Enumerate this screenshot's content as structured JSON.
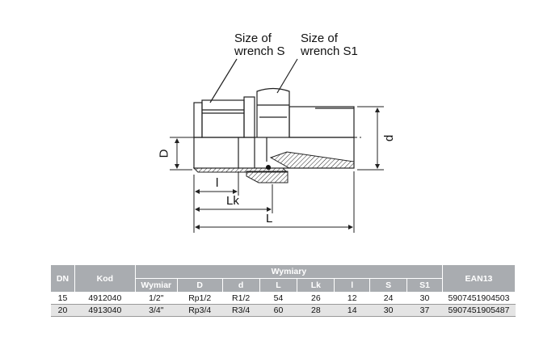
{
  "drawing": {
    "wrench_s": [
      "Size of",
      "wrench S"
    ],
    "wrench_s1": [
      "Size of",
      "wrench S1"
    ],
    "dim_D": "D",
    "dim_d": "d",
    "dim_l": "l",
    "dim_Lk": "Lk",
    "dim_L": "L"
  },
  "table": {
    "headers": {
      "dn": "DN",
      "kod": "Kod",
      "wymiary": "Wymiary",
      "ean": "EAN13"
    },
    "sub_headers": [
      "Wymiar",
      "D",
      "d",
      "L",
      "Lk",
      "l",
      "S",
      "S1"
    ],
    "rows": [
      [
        "15",
        "4912040",
        "1/2\"",
        "Rp1/2",
        "R1/2",
        "54",
        "26",
        "12",
        "24",
        "30",
        "5907451904503"
      ],
      [
        "20",
        "4913040",
        "3/4\"",
        "Rp3/4",
        "R3/4",
        "60",
        "28",
        "14",
        "30",
        "37",
        "5907451905487"
      ]
    ]
  }
}
